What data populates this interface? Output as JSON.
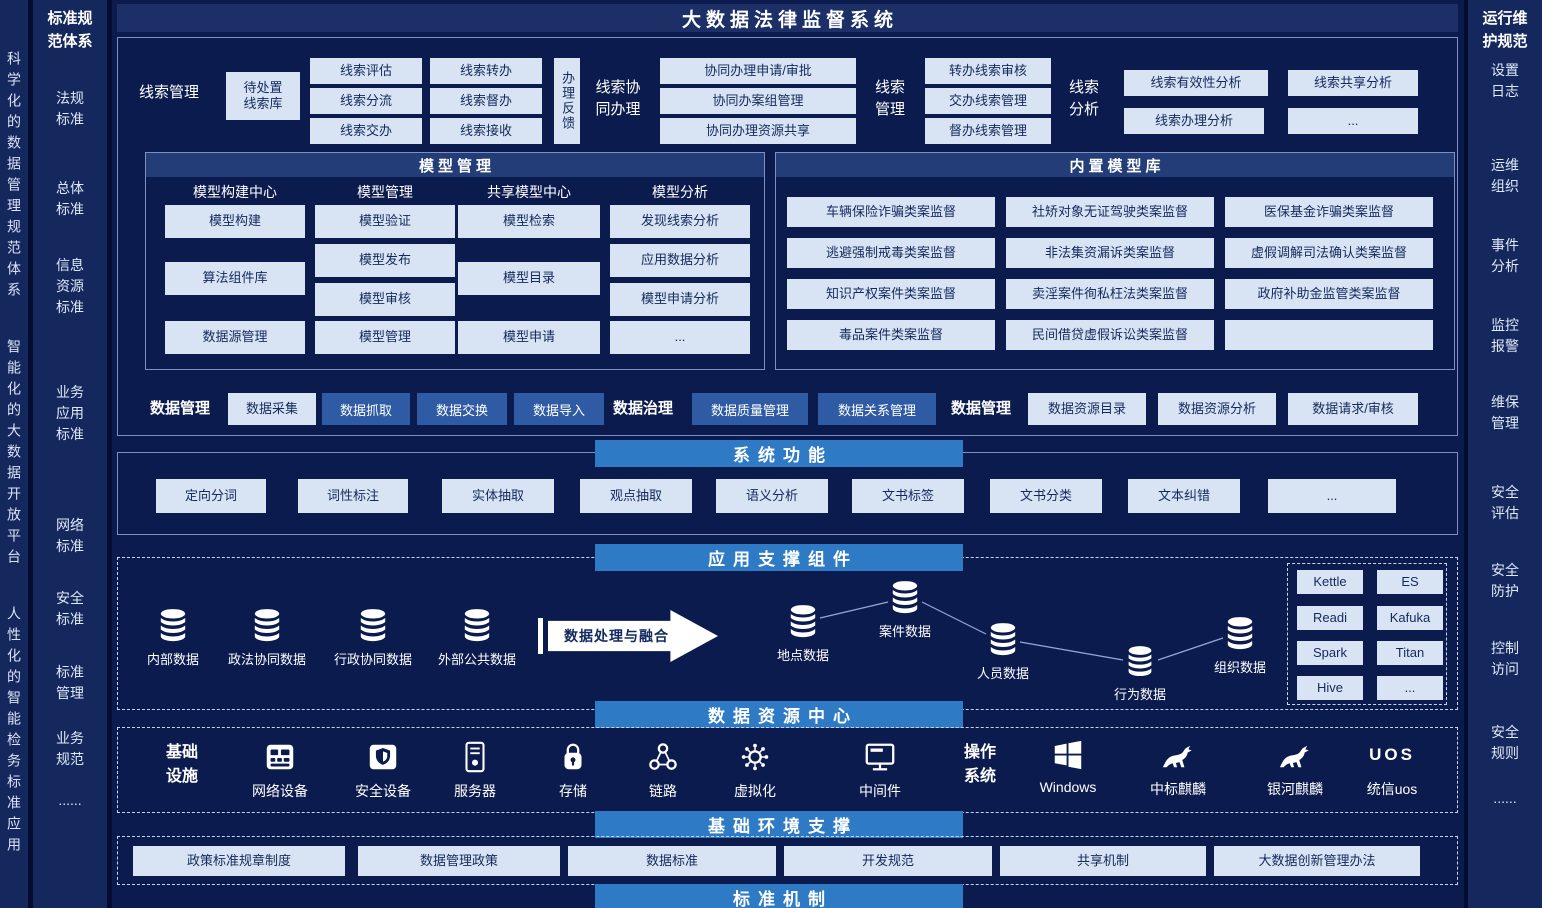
{
  "title": "大数据法律监督系统",
  "rails": {
    "left_phrases": [
      "科学化的数据管理规范体系",
      "智能化的大数据开放平台",
      "人性化的智能检务标准应用"
    ],
    "standards": {
      "title": "标准规范体系",
      "items": [
        "法规标准",
        "总体标准",
        "信息资源标准",
        "业务应用标准",
        "网络标准",
        "安全标准",
        "标准管理",
        "业务规范",
        "......"
      ]
    },
    "ops": {
      "title": "运行维护规范",
      "items": [
        "设置日志",
        "运维组织",
        "事件分析",
        "监控报警",
        "维保管理",
        "安全评估",
        "安全防护",
        "控制访问",
        "安全规则",
        "......"
      ]
    }
  },
  "clue": {
    "labels": {
      "manage": "线索管理",
      "coop": "线索协同办理",
      "manage2": "线索管理",
      "analysis": "线索分析"
    },
    "pending": "待处置线索库",
    "feedback": "办理反馈",
    "col_a": [
      "线索评估",
      "线索分流",
      "线索交办"
    ],
    "col_b": [
      "线索转办",
      "线索督办",
      "线索接收"
    ],
    "coop_items": [
      "协同办理申请/审批",
      "协同办案组管理",
      "协同办理资源共享"
    ],
    "manage2_items": [
      "转办线索审核",
      "交办线索管理",
      "督办线索管理"
    ],
    "analysis_items": [
      "线索有效性分析",
      "线索共享分析",
      "线索办理分析",
      "..."
    ]
  },
  "model": {
    "title": "模型管理",
    "col_headers": [
      "模型构建中心",
      "模型管理",
      "共享模型中心",
      "模型分析"
    ],
    "col1": [
      "模型构建",
      "算法组件库",
      "数据源管理"
    ],
    "col2": [
      "模型验证",
      "模型发布",
      "模型审核",
      "模型管理"
    ],
    "col3": [
      "模型检索",
      "模型目录",
      "模型申请"
    ],
    "col4": [
      "发现线索分析",
      "应用数据分析",
      "模型申请分析",
      "..."
    ]
  },
  "model_lib": {
    "title": "内置模型库",
    "cells": [
      "车辆保险诈骗类案监督",
      "社矫对象无证驾驶类案监督",
      "医保基金诈骗类案监督",
      "逃避强制戒毒类案监督",
      "非法集资漏诉类案监督",
      "虚假调解司法确认类案监督",
      "知识产权案件类案监督",
      "卖淫案件徇私枉法类案监督",
      "政府补助金监管类案监督",
      "毒品案件类案监督",
      "民间借贷虚假诉讼类案监督",
      ""
    ]
  },
  "data_row": {
    "label1": "数据管理",
    "light1": "数据采集",
    "blue": [
      "数据抓取",
      "数据交换",
      "数据导入"
    ],
    "label2": "数据治理",
    "blue2": [
      "数据质量管理",
      "数据关系管理"
    ],
    "label3": "数据管理",
    "light2": [
      "数据资源目录",
      "数据资源分析",
      "数据请求/审核"
    ]
  },
  "sysfunc": {
    "title": "系统功能",
    "items": [
      "定向分词",
      "词性标注",
      "实体抽取",
      "观点抽取",
      "语义分析",
      "文书标签",
      "文书分类",
      "文本纠错",
      "..."
    ]
  },
  "support": {
    "title": "应用支撑组件",
    "sources": [
      "内部数据",
      "政法协同数据",
      "行政协同数据",
      "外部公共数据"
    ],
    "arrow": "数据处理与融合",
    "targets": [
      "地点数据",
      "案件数据",
      "人员数据",
      "行为数据",
      "组织数据"
    ],
    "tools": [
      "Kettle",
      "ES",
      "Readi",
      "Kafuka",
      "Spark",
      "Titan",
      "Hive",
      "..."
    ]
  },
  "bars": {
    "data_center": "数据资源中心",
    "env": "基础环境支撑",
    "mechanism": "标准机制"
  },
  "infra": {
    "label": "基础设施",
    "items": [
      "网络设备",
      "安全设备",
      "服务器",
      "存储",
      "链路",
      "虚拟化",
      "中间件"
    ],
    "os_label": "操作系统",
    "os": [
      "Windows",
      "中标麒麟",
      "银河麒麟",
      "统信uos"
    ],
    "uos_logo": "UOS"
  },
  "policies": [
    "政策标准规章制度",
    "数据管理政策",
    "数据标准",
    "开发规范",
    "共享机制",
    "大数据创新管理办法"
  ],
  "colors": {
    "background": "#0c1b4e",
    "light_box": "#d8e4f3",
    "blue_box": "#2e5ba4",
    "accent_bar": "#2e7ac5",
    "panel_header": "#223d78"
  }
}
